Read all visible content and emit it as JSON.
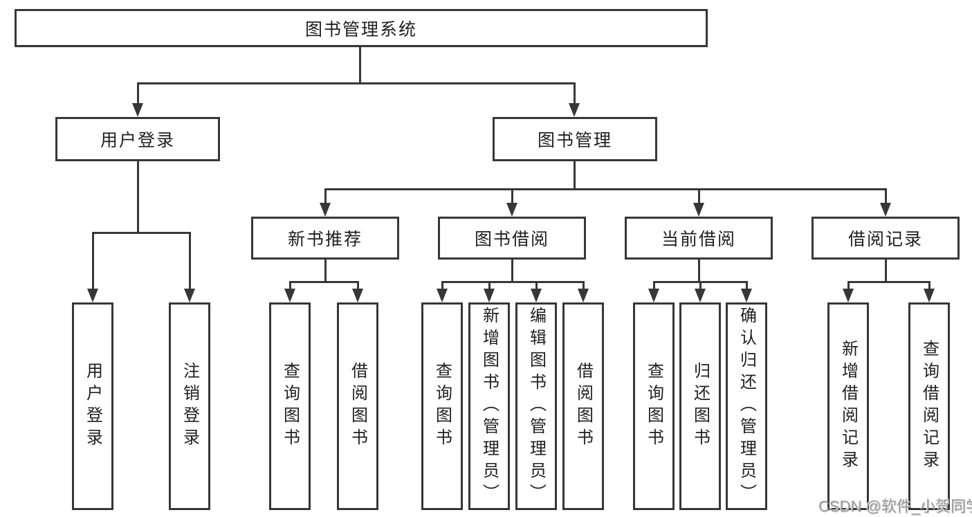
{
  "diagram": {
    "title": "图书管理系统",
    "level2": [
      {
        "label": "用户登录",
        "leaves": [
          "用户登录",
          "注销登录"
        ]
      },
      {
        "label": "图书管理",
        "groups": [
          {
            "label": "新书推荐",
            "leaves": [
              "查询图书",
              "借阅图书"
            ]
          },
          {
            "label": "图书借阅",
            "leaves": [
              "查询图书",
              "新增图书（管理员）",
              "编辑图书（管理员）",
              "借阅图书"
            ]
          },
          {
            "label": "当前借阅",
            "leaves": [
              "查询图书",
              "归还图书",
              "确认归还（管理员）"
            ]
          },
          {
            "label": "借阅记录",
            "leaves": [
              "新增借阅记录",
              "查询借阅记录"
            ]
          }
        ]
      }
    ],
    "colors": {
      "line": "#373737",
      "text": "#1f1f1f",
      "background": "#ffffff",
      "watermark": "#9c9c9c"
    },
    "watermark": "CSDN @软件_小贺同学"
  }
}
